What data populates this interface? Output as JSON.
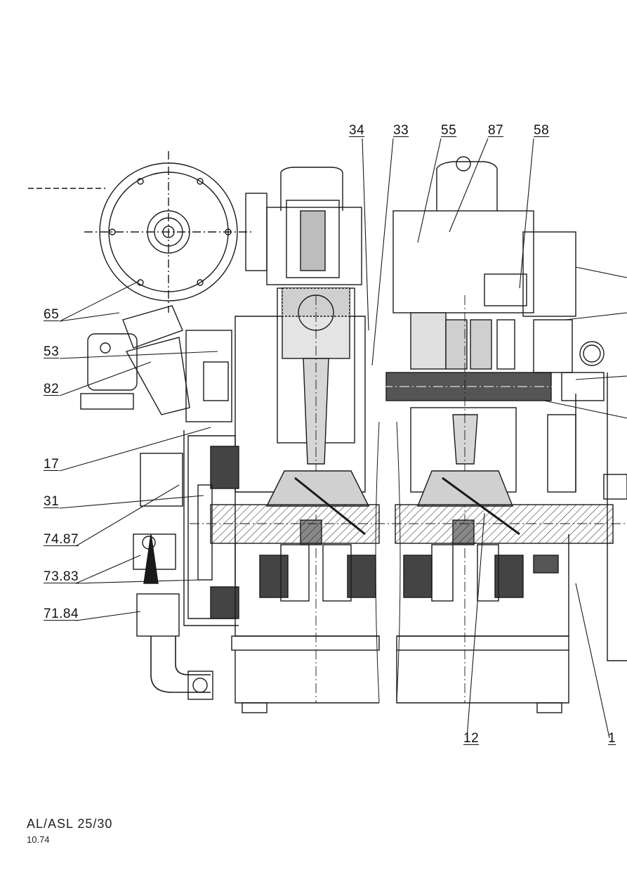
{
  "labels_top": [
    "34",
    "33",
    "55",
    "87",
    "58"
  ],
  "labels_left": [
    "65",
    "53",
    "82",
    "17",
    "31",
    "74.87",
    "73.83",
    "71.84"
  ],
  "label_bottom_center": "12",
  "label_bottom_right_partial": "1",
  "footer": {
    "model": "AL/ASL 25/30",
    "date": "10.74"
  }
}
